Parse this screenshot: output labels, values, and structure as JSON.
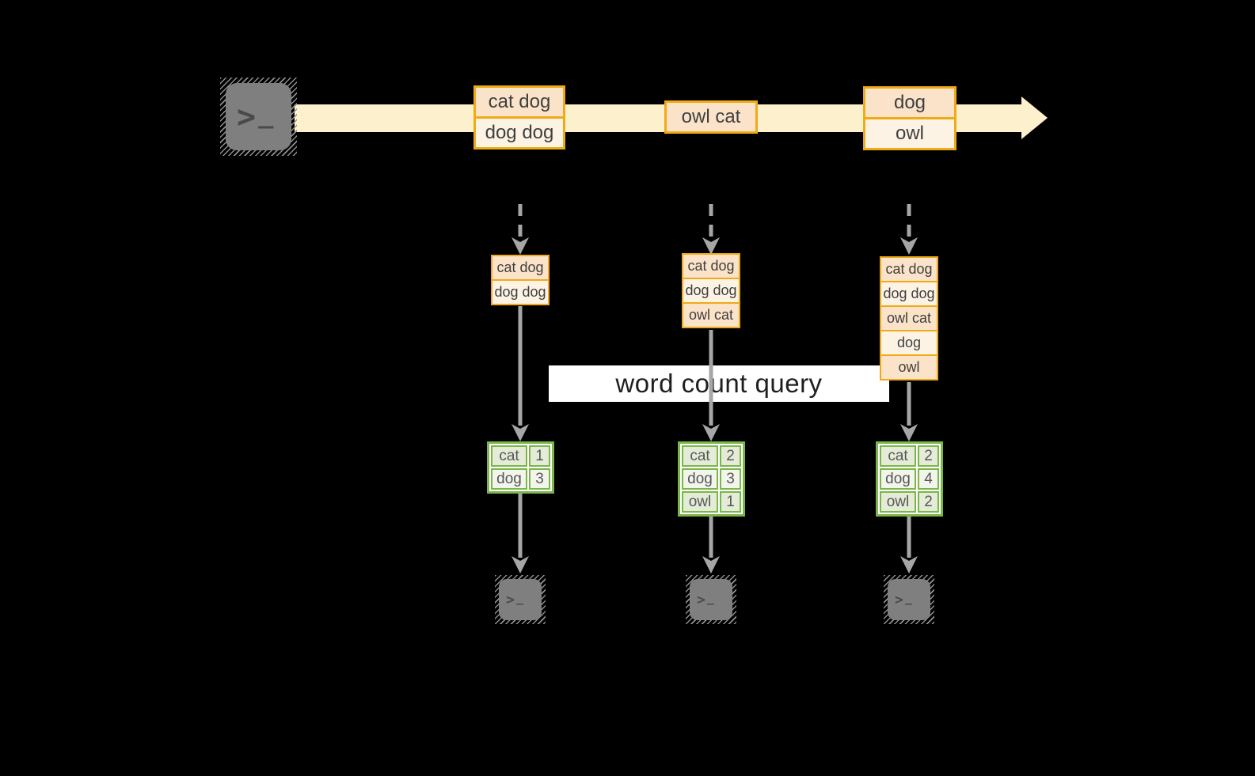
{
  "query_band": {
    "label": "word count query"
  },
  "terminal": {
    "chevron": ">",
    "underscore": "_"
  },
  "stream": {
    "events": [
      {
        "rows": [
          "cat dog",
          "dog dog"
        ]
      },
      {
        "rows": [
          "owl cat"
        ]
      },
      {
        "rows": [
          "dog",
          "owl"
        ]
      }
    ]
  },
  "pipelines": [
    {
      "buffer": [
        "cat dog",
        "dog dog"
      ],
      "counts": [
        {
          "word": "cat",
          "count": "1"
        },
        {
          "word": "dog",
          "count": "3"
        }
      ]
    },
    {
      "buffer": [
        "cat dog",
        "dog dog",
        "owl cat"
      ],
      "counts": [
        {
          "word": "cat",
          "count": "2"
        },
        {
          "word": "dog",
          "count": "3"
        },
        {
          "word": "owl",
          "count": "1"
        }
      ]
    },
    {
      "buffer": [
        "cat dog",
        "dog dog",
        "owl cat",
        "dog",
        "owl"
      ],
      "counts": [
        {
          "word": "cat",
          "count": "2"
        },
        {
          "word": "dog",
          "count": "4"
        },
        {
          "word": "owl",
          "count": "2"
        }
      ]
    }
  ],
  "colors": {
    "background": "#000000",
    "stream_fill": "#FDF1CD",
    "event_border": "#F0AA17",
    "event_fill_peach": "#FBE3C9",
    "event_fill_cream": "#FDF3E4",
    "table_border": "#7AB648",
    "table_fill_dark": "#E4ECD8",
    "table_fill_light": "#F1F5EB",
    "arrow_gray": "#A6A6A6",
    "terminal_gray": "#7F7F7F",
    "banner_white": "#FFFFFF"
  }
}
